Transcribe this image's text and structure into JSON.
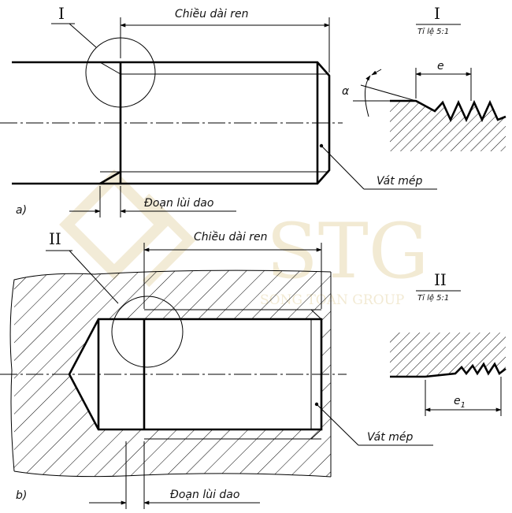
{
  "fig_a": {
    "label": "a)",
    "detail_mark": "I",
    "length_label": "Chiều dài ren",
    "undercut_label": "Đoạn lùi dao",
    "chamfer_label": "Vát mép",
    "detail_title": "I",
    "detail_scale": "Tỉ lệ 5:1",
    "detail_pitch": "e",
    "detail_angle": "α"
  },
  "fig_b": {
    "label": "b)",
    "detail_mark": "II",
    "length_label": "Chiều dài ren",
    "undercut_label": "Đoạn lùi dao",
    "chamfer_label": "Vát mép",
    "detail_title": "II",
    "detail_scale": "Tỉ lệ 5:1",
    "detail_pitch": "e",
    "detail_pitch_sub": "1"
  },
  "watermark": {
    "brand": "STG",
    "subtitle": "SONG TOAN GROUP"
  }
}
